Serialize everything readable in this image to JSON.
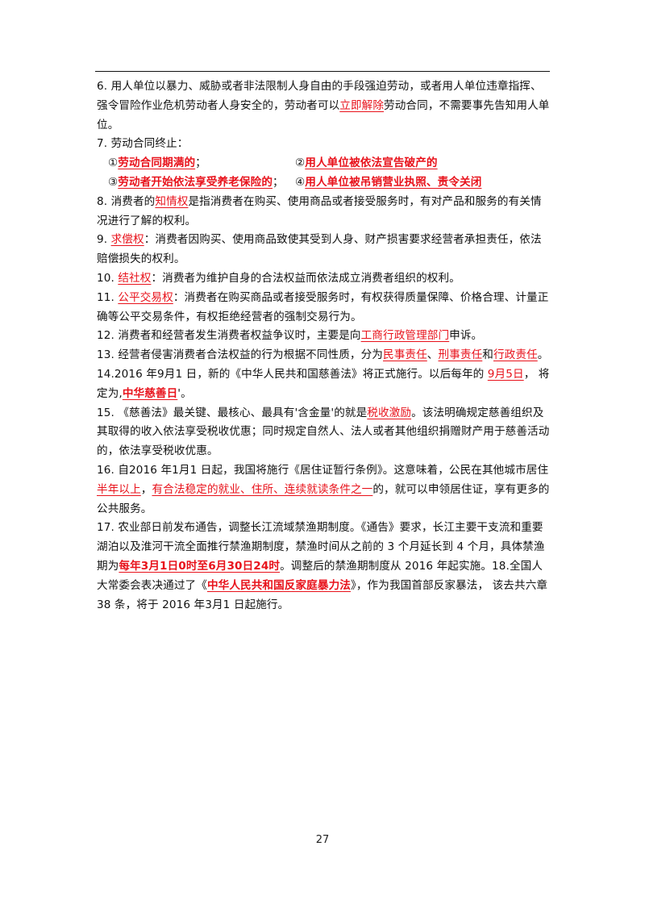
{
  "accent_color": "#e8121b",
  "page_number": "27",
  "paragraphs": [
    {
      "segs": [
        {
          "t": "6. 用人单位以暴力、威胁或者非法限制人身自由的手段强迫劳动，或者用人单位违章指挥、强令冒险作业危机劳动者人身安全的，劳动者可以"
        },
        {
          "t": "立即解除",
          "h": true
        },
        {
          "t": "劳动合同，不需要事先告知用人单位。"
        }
      ]
    },
    {
      "segs": [
        {
          "t": "7. 劳动合同终止："
        }
      ]
    },
    {
      "type": "pair",
      "left": [
        {
          "t": "①"
        },
        {
          "t": "劳动合同期满的",
          "h": true,
          "b": true
        },
        {
          "t": "；"
        }
      ],
      "right": [
        {
          "t": "②"
        },
        {
          "t": "用人单位被依法宣告破产的",
          "h": true,
          "b": true
        }
      ]
    },
    {
      "type": "pair",
      "left": [
        {
          "t": "③"
        },
        {
          "t": "劳动者开始依法享受养老保险的",
          "h": true,
          "b": true
        },
        {
          "t": "；"
        }
      ],
      "right": [
        {
          "t": "④"
        },
        {
          "t": "用人单位被吊销营业执照、责令关闭",
          "h": true,
          "b": true
        }
      ]
    },
    {
      "segs": [
        {
          "t": "8. 消费者的"
        },
        {
          "t": "知情权",
          "h": true
        },
        {
          "t": "是指消费者在购买、使用商品或者接受服务时，有对产品和服务的有关情况进行了解的权利。"
        }
      ]
    },
    {
      "segs": [
        {
          "t": "9. "
        },
        {
          "t": "求偿权",
          "h": true
        },
        {
          "t": "：消费者因购买、使用商品致使其受到人身、财产损害要求经营者承担责任，依法赔偿损失的权利。"
        }
      ]
    },
    {
      "segs": [
        {
          "t": "10. "
        },
        {
          "t": "结社权",
          "h": true
        },
        {
          "t": "：消费者为维护自身的合法权益而依法成立消费者组织的权利。"
        }
      ]
    },
    {
      "segs": [
        {
          "t": "11. "
        },
        {
          "t": "公平交易权",
          "h": true
        },
        {
          "t": "：消费者在购买商品或者接受服务时，有权获得质量保障、价格合理、计量正确等公平交易条件，有权拒绝经营者的强制交易行为。"
        }
      ]
    },
    {
      "segs": [
        {
          "t": "12. 消费者和经营者发生消费者权益争议时，主要是向"
        },
        {
          "t": "工商行政管理部门",
          "h": true
        },
        {
          "t": "申诉。"
        }
      ]
    },
    {
      "segs": [
        {
          "t": "13. 经营者侵害消费者合法权益的行为根据不同性质，分为"
        },
        {
          "t": "民事责任",
          "h": true
        },
        {
          "t": "、"
        },
        {
          "t": "刑事责任",
          "h": true
        },
        {
          "t": "和"
        },
        {
          "t": "行政责任",
          "h": true
        },
        {
          "t": "。"
        }
      ]
    },
    {
      "segs": [
        {
          "t": "14.2016 年9月1 日，新的《中华人民共和国慈善法》将正式施行。以后每年的 "
        },
        {
          "t": "9月5日",
          "h": true
        },
        {
          "t": "， 将定为,"
        },
        {
          "t": "中华慈善日",
          "h": true,
          "b": true
        },
        {
          "t": "'。"
        }
      ]
    },
    {
      "segs": [
        {
          "t": "15. 《慈善法》最关键、最核心、最具有'含金量'的就是"
        },
        {
          "t": "税收激励",
          "h": true
        },
        {
          "t": "。该法明确规定慈善组织及其取得的收入依法享受税收优惠；同时规定自然人、法人或者其他组织捐赠财产用于慈善活动的，依法享受税收优惠。"
        }
      ]
    },
    {
      "segs": [
        {
          "t": "16. 自2016 年1月1 日起，我国将施行《居住证暂行条例》。这意味着，公民在其他城市居住"
        },
        {
          "t": "半年以上",
          "h": true
        },
        {
          "t": "，"
        },
        {
          "t": "有合法稳定的就业、住所、连续就读条件之一",
          "h": true
        },
        {
          "t": "的，就可以申领居住证，享有更多的公共服务。"
        }
      ]
    },
    {
      "segs": [
        {
          "t": "17.   农业部日前发布通告，调整长江流域禁渔期制度。《通告》要求，长江主要干支流和重要湖泊以及淮河干流全面推行禁渔期制度，禁渔时间从之前的 3 个月延长到 4 个月，具体禁渔期为"
        },
        {
          "t": "每年3月1日0时至6月30日24时",
          "h": true,
          "b": true
        },
        {
          "t": "。调整后的禁渔期制度从 2016 年起实施。18.全国人大常委会表决通过了《"
        },
        {
          "t": "中华人民共和国反家庭暴力法",
          "h": true,
          "b": true
        },
        {
          "t": "》，作为我国首部反家暴法， 该去共六章 38 条，将于 2016 年3月1 日起施行。"
        }
      ]
    }
  ]
}
